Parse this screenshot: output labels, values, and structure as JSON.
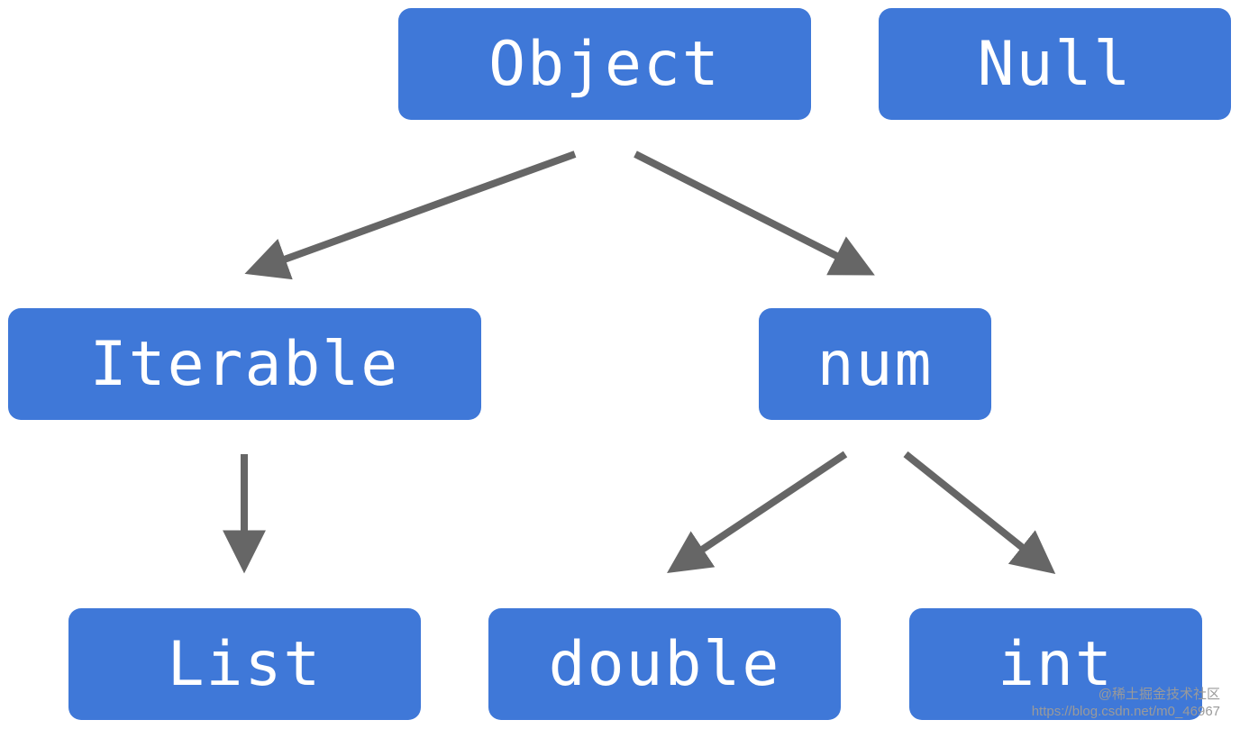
{
  "colors": {
    "node_fill": "#3f78d8",
    "node_text": "#ffffff",
    "arrow": "#666666",
    "background": "#ffffff"
  },
  "nodes": {
    "object": "Object",
    "null": "Null",
    "iterable": "Iterable",
    "num": "num",
    "list": "List",
    "double": "double",
    "int": "int"
  },
  "edges": [
    {
      "from": "object",
      "to": "iterable"
    },
    {
      "from": "object",
      "to": "num"
    },
    {
      "from": "iterable",
      "to": "list"
    },
    {
      "from": "num",
      "to": "double"
    },
    {
      "from": "num",
      "to": "int"
    }
  ],
  "watermark": {
    "line1": "@稀土掘金技术社区",
    "line2": "https://blog.csdn.net/m0_46967"
  }
}
